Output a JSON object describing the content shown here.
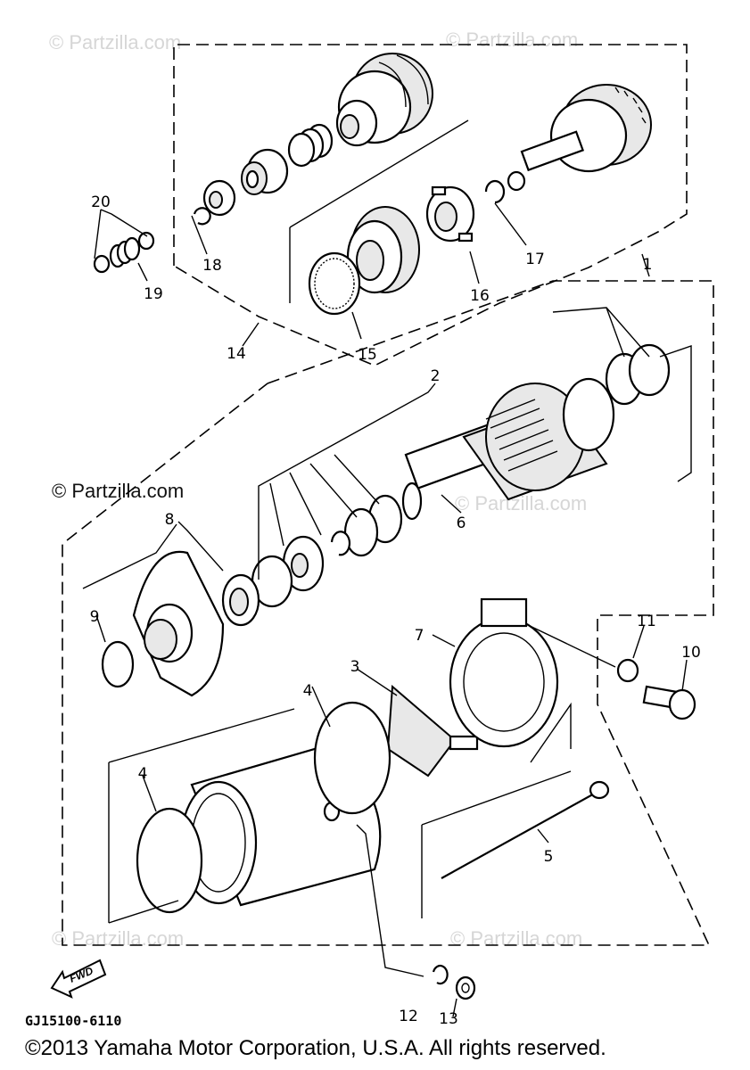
{
  "diagram": {
    "watermarks": [
      "© Partzilla.com",
      "© Partzilla.com",
      "© Partzilla.com",
      "© Partzilla.com",
      "© Partzilla.com",
      "© Partzilla.com"
    ],
    "labels": {
      "p1": "1",
      "p2": "2",
      "p3": "3",
      "p4a": "4",
      "p4b": "4",
      "p5": "5",
      "p6": "6",
      "p7": "7",
      "p8": "8",
      "p9": "9",
      "p10": "10",
      "p11": "11",
      "p12": "12",
      "p13": "13",
      "p14": "14",
      "p15": "15",
      "p16": "16",
      "p17": "17",
      "p18": "18",
      "p19": "19",
      "p20": "20"
    },
    "fwd": "FWD",
    "drawing_code": "GJ15100-6110",
    "copyright": "©2013  Yamaha Motor Corporation, U.S.A. All rights reserved."
  }
}
